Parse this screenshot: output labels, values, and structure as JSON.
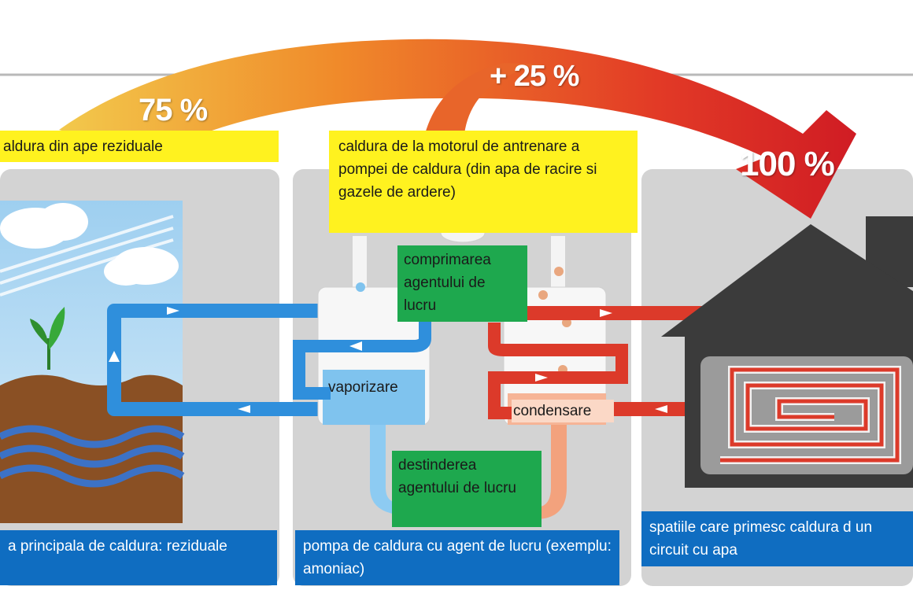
{
  "percentages": {
    "waste_heat": "75 %",
    "engine_heat": "+ 25 %",
    "total": "100 %"
  },
  "labels": {
    "waste_water_heat": "aldura din ape reziduale",
    "engine_heat": "caldura de la motorul de antrenare a pompei de caldura (din apa de racire si gazele de ardere)",
    "compression": "comprimarea agentului de lucru",
    "evaporation": "vaporizare",
    "condensation": "condensare",
    "expansion": "destinderea agentului de lucru"
  },
  "panels": {
    "source": "a principala de caldura: reziduale",
    "heat_pump": "pompa de caldura cu agent de lucru (exemplu: amoniac)",
    "heated_spaces": "spatiile care primesc caldura d un circuit cu apa"
  },
  "colors": {
    "cold_loop": "#2f8fdc",
    "hot_loop": "#dc3a2a",
    "arrow_start": "#f0b43a",
    "arrow_end": "#d81f26",
    "label_yellow": "#fff21f",
    "label_green": "#1ea84e",
    "panel_blue": "#0f6dc1",
    "house": "#3b3b3b"
  }
}
